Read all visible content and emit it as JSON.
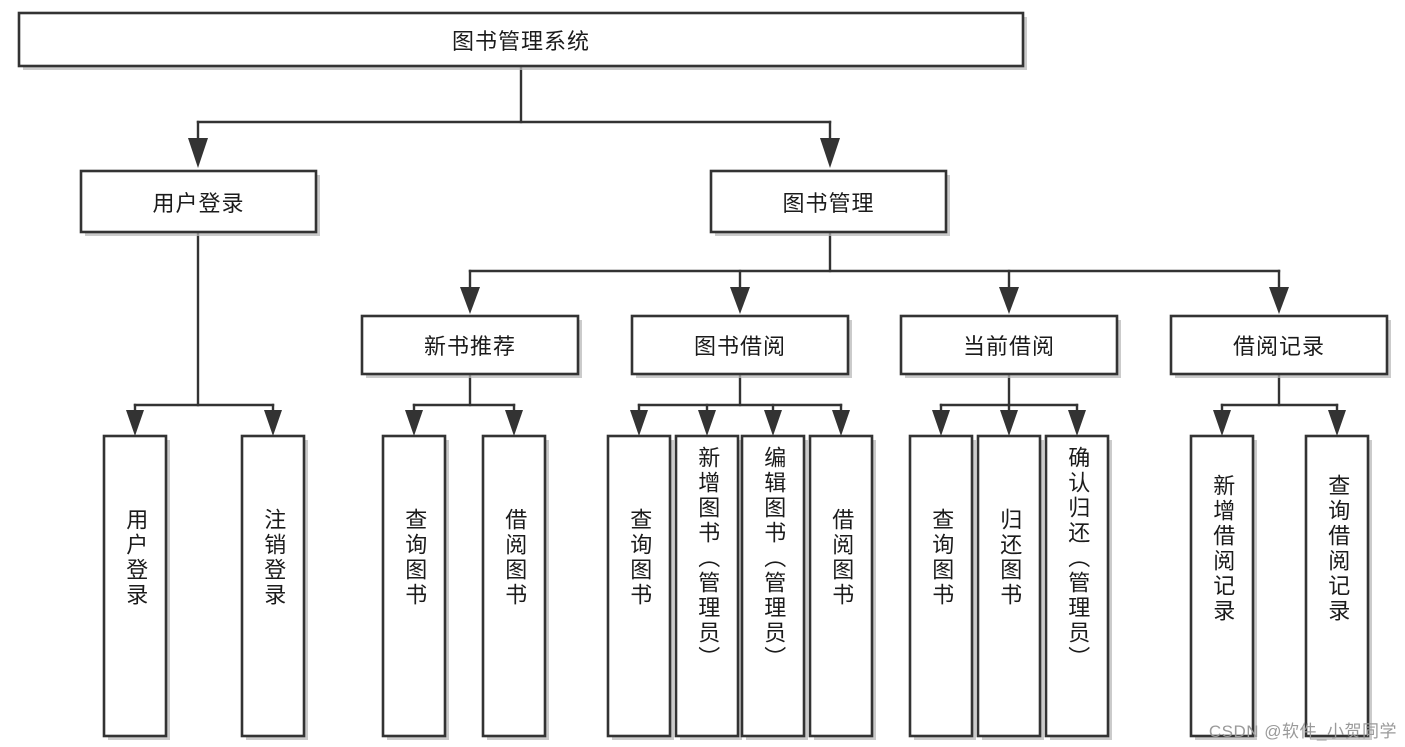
{
  "diagram": {
    "type": "hierarchy-tree",
    "title_node": {
      "label": "图书管理系统"
    },
    "level2": [
      {
        "label": "用户登录"
      },
      {
        "label": "图书管理"
      }
    ],
    "level3": [
      {
        "label": "新书推荐"
      },
      {
        "label": "图书借阅"
      },
      {
        "label": "当前借阅"
      },
      {
        "label": "借阅记录"
      }
    ],
    "leaves": {
      "user_login": [
        {
          "label": "用户登录"
        },
        {
          "label": "注销登录"
        }
      ],
      "new_book_recommend": [
        {
          "label": "查询图书"
        },
        {
          "label": "借阅图书"
        }
      ],
      "book_borrow": [
        {
          "label": "查询图书"
        },
        {
          "label": "新增图书（管理员）"
        },
        {
          "label": "编辑图书（管理员）"
        },
        {
          "label": "借阅图书"
        }
      ],
      "current_borrow": [
        {
          "label": "查询图书"
        },
        {
          "label": "归还图书"
        },
        {
          "label": "确认归还（管理员）"
        }
      ],
      "borrow_record": [
        {
          "label": "新增借阅记录"
        },
        {
          "label": "查询借阅记录"
        }
      ]
    }
  },
  "watermark": {
    "text": "CSDN @软件_小贺同学"
  },
  "colors": {
    "box_stroke": "#333333",
    "box_fill": "#ffffff",
    "line": "#333333",
    "text": "#1b1b1b",
    "watermark": "#9a9a9a",
    "shadow": "#b9b9b9"
  }
}
